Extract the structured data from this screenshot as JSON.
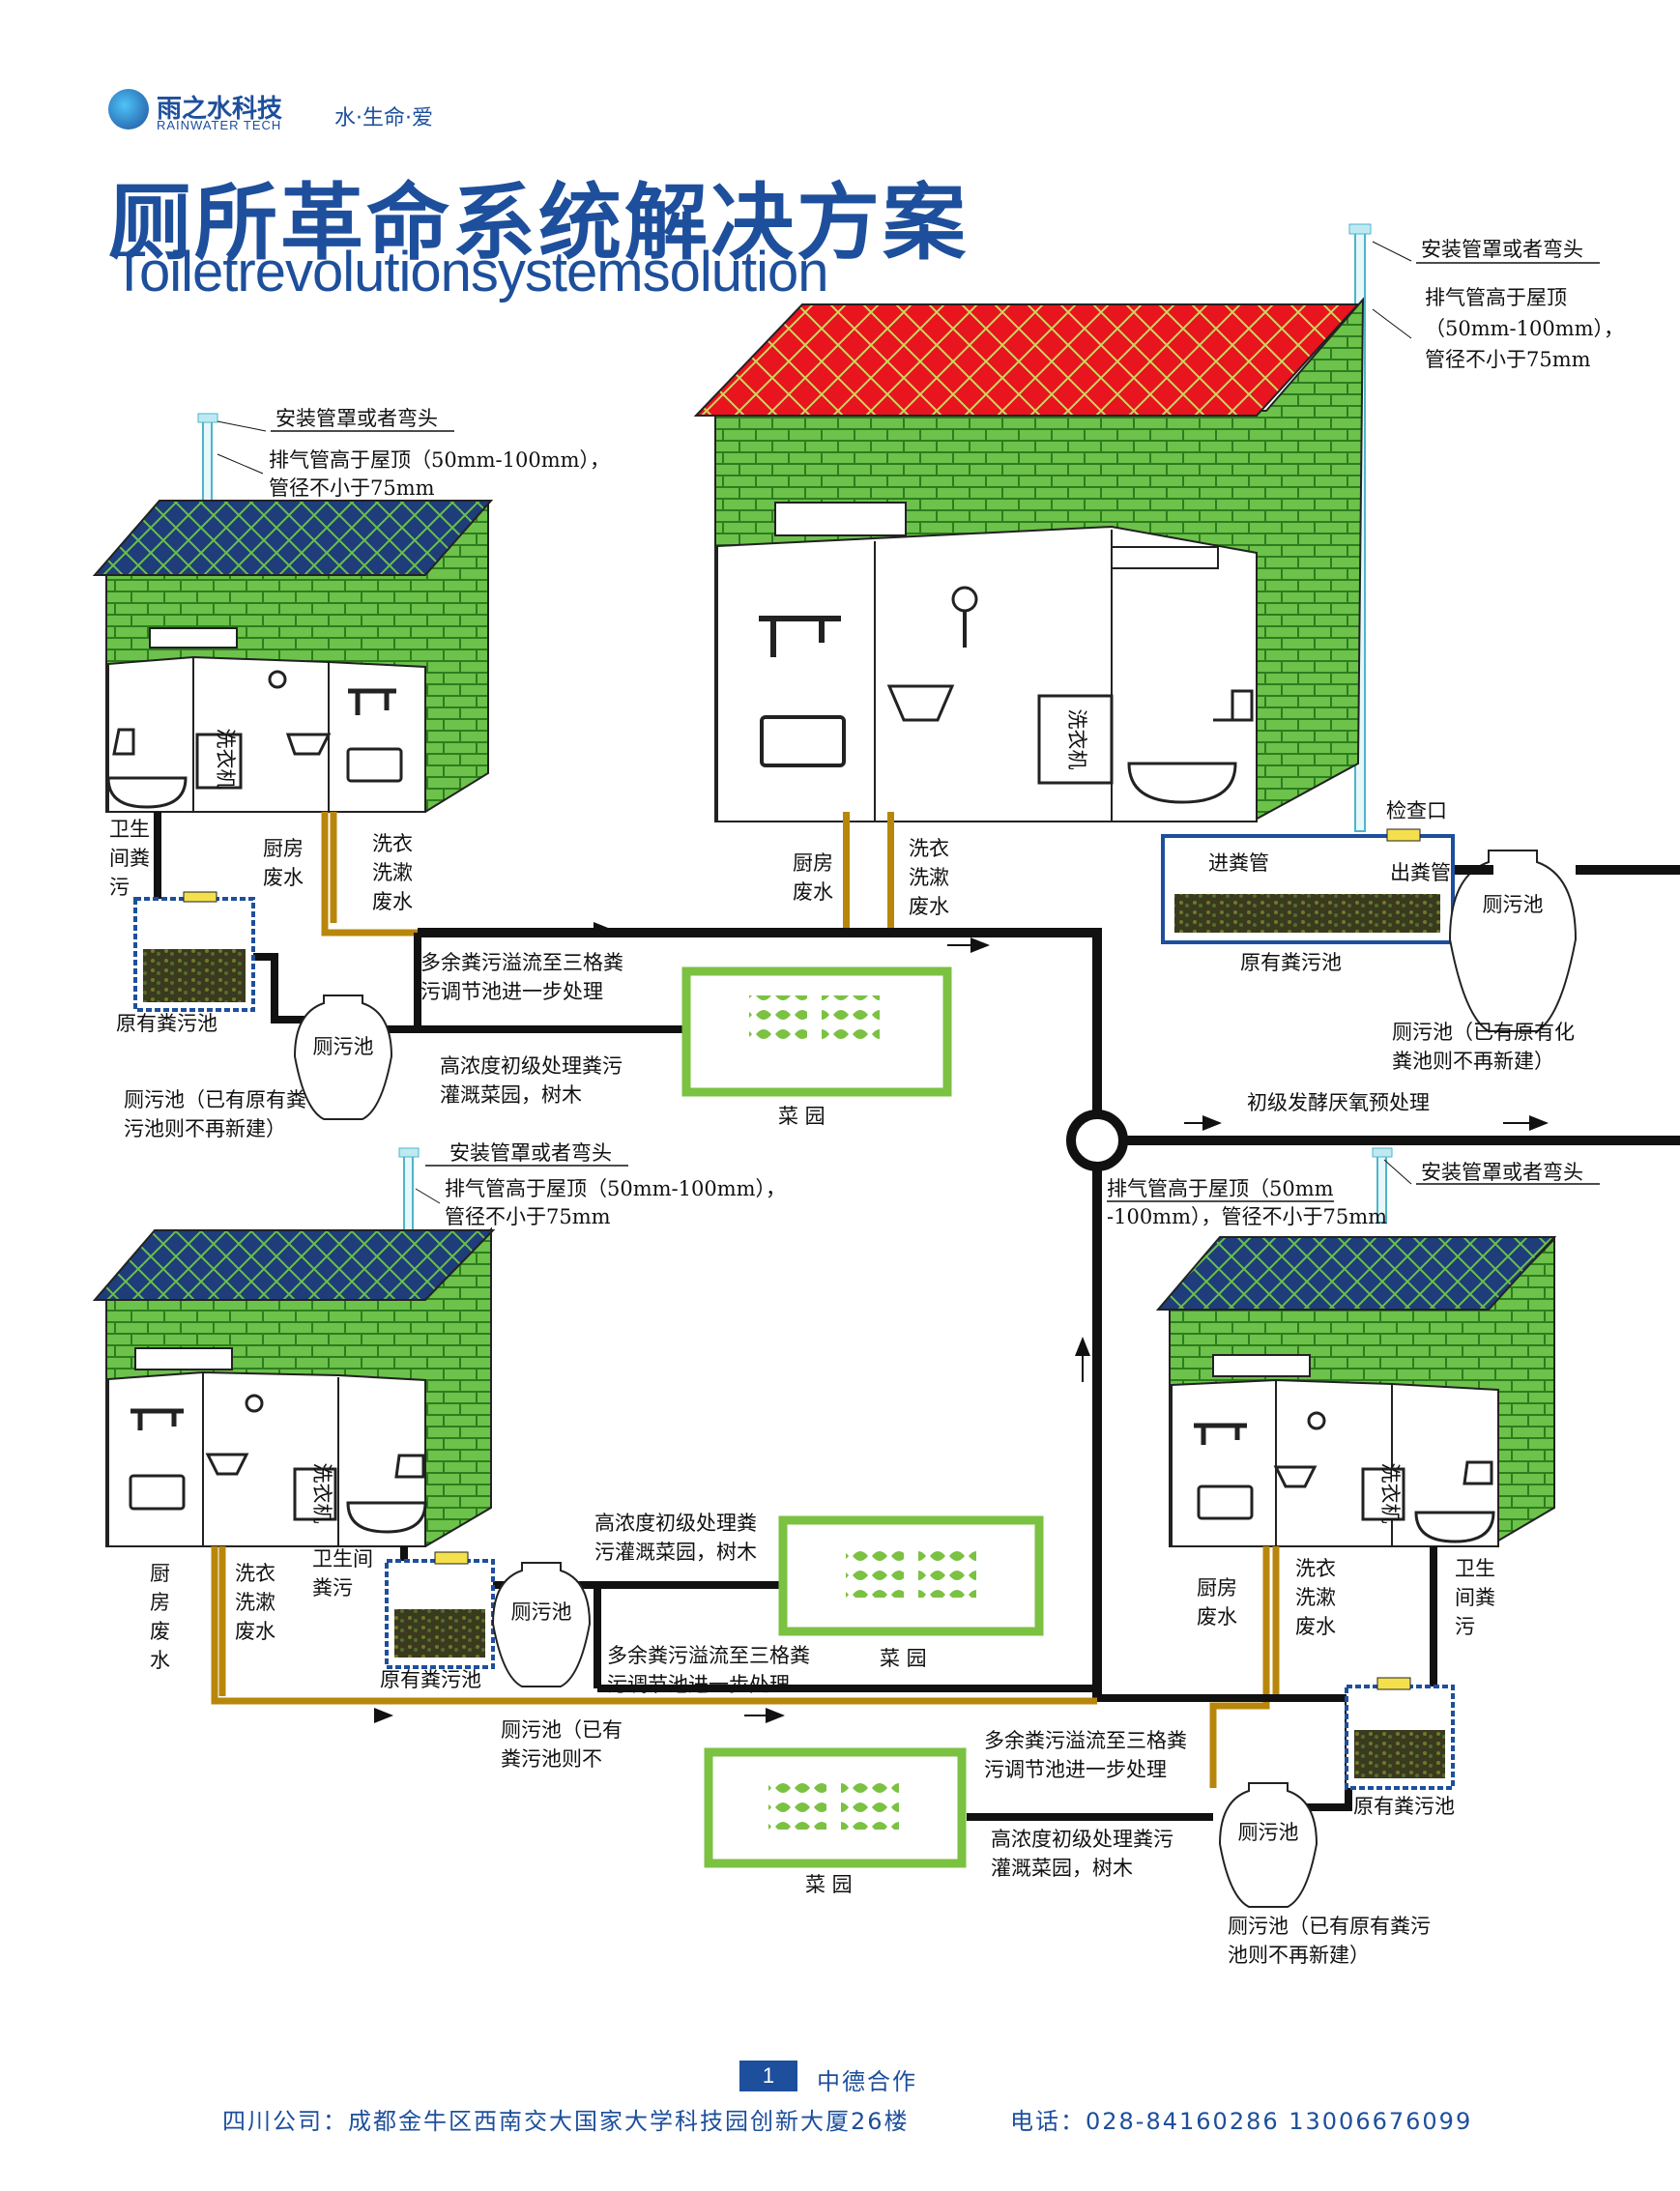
{
  "header": {
    "brand_cn": "雨之水科技",
    "brand_en": "RAINWATER TECH",
    "slogan": "水·生命·爱",
    "title_cn": "厕所革命系统解决方案",
    "title_en": "Toiletrevolutionsystemsolution"
  },
  "colors": {
    "brand_blue": "#1d4f9c",
    "roof_red": "#e8141e",
    "roof_blue": "#1f3d7a",
    "wall_green": "#6cc24a",
    "pipe_brown": "#b8860b",
    "pipe_black": "#111111"
  },
  "house_big": {
    "vent_cap": "安装管罩或者弯头",
    "vent_note": [
      "排气管高于屋顶",
      "（50mm-100mm），",
      "管径不小于75mm"
    ],
    "washer": "洗衣机",
    "kitchen": [
      "厨房",
      "废水"
    ],
    "laundry": [
      "洗衣",
      "洗漱",
      "废水"
    ],
    "inspection": "检查口",
    "inlet": "进粪管",
    "outlet": "出粪管",
    "old_tank": "原有粪污池",
    "tank": "厕污池",
    "tank_note": [
      "厕污池（已有原有化",
      "粪池则不再新建）"
    ]
  },
  "house_tl": {
    "vent_cap": "安装管罩或者弯头",
    "vent_note": [
      "排气管高于屋顶（50mm-100mm），",
      "管径不小于75mm"
    ],
    "washer": "洗衣机",
    "toilet": [
      "卫生",
      "间粪",
      "污"
    ],
    "kitchen": [
      "厨房",
      "废水"
    ],
    "laundry": [
      "洗衣",
      "洗漱",
      "废水"
    ],
    "old_tank": "原有粪污池",
    "tank": "厕污池",
    "tank_note": [
      "厕污池（已有原有粪",
      "污池则不再新建）"
    ],
    "overflow": [
      "多余粪污溢流至三格粪",
      "污调节池进一步处理"
    ],
    "irrigate": [
      "高浓度初级处理粪污",
      "灌溉菜园，树木"
    ],
    "garden": "菜  园"
  },
  "center": {
    "fermentation": "初级发酵厌氧预处理"
  },
  "house_bl": {
    "vent_cap": "安装管罩或者弯头",
    "vent_note": [
      "排气管高于屋顶（50mm-100mm），",
      "管径不小于75mm"
    ],
    "washer": "洗衣机",
    "kitchen": [
      "厨",
      "房",
      "废",
      "水"
    ],
    "laundry": [
      "洗衣",
      "洗漱",
      "废水"
    ],
    "toilet": [
      "卫生间",
      "粪污"
    ],
    "old_tank": "原有粪污池",
    "tank": "厕污池",
    "tank_note": [
      "厕污池（已有",
      "粪污池则不"
    ],
    "irrigate": [
      "高浓度初级处理粪",
      "污灌溉菜园，树木"
    ],
    "overflow": [
      "多余粪污溢流至三格粪",
      "污调节池进一步处理"
    ],
    "garden": "菜  园"
  },
  "house_br": {
    "vent_cap": "安装管罩或者弯头",
    "vent_note": [
      "排气管高于屋顶（50mm",
      "-100mm），管径不小于75mm"
    ],
    "washer": "洗衣机",
    "kitchen": [
      "厨房",
      "废水"
    ],
    "laundry": [
      "洗衣",
      "洗漱",
      "废水"
    ],
    "toilet": [
      "卫生",
      "间粪",
      "污"
    ],
    "old_tank": "原有粪污池",
    "tank": "厕污池",
    "tank_note": [
      "厕污池（已有原有粪污",
      "池则不再新建）"
    ],
    "overflow": [
      "多余粪污溢流至三格粪",
      "污调节池进一步处理"
    ],
    "irrigate": [
      "高浓度初级处理粪污",
      "灌溉菜园，树木"
    ],
    "garden": "菜  园"
  },
  "footer": {
    "page": "1",
    "coop": "中德合作",
    "address": "四川公司：成都金牛区西南交大国家大学科技园创新大厦26楼",
    "phone": "电话：028-84160286  13006676099"
  }
}
